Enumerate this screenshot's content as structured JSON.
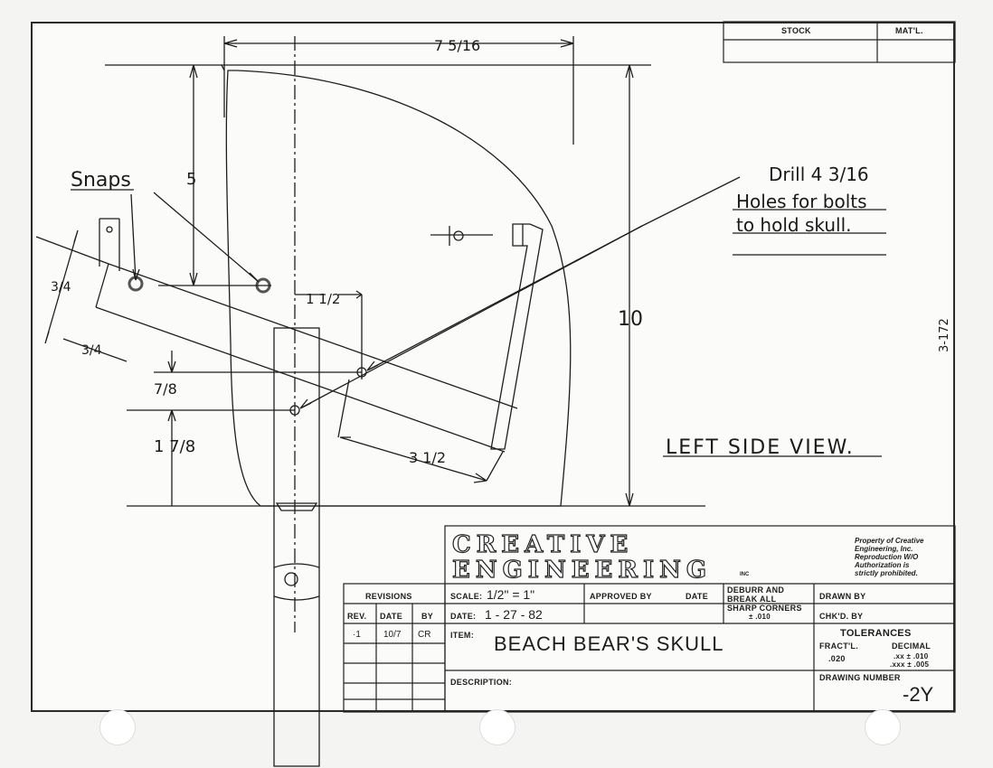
{
  "title_block": {
    "stock_label": "STOCK",
    "material_label": "MAT'L.",
    "company_line1": "CREATIVE",
    "company_line2": "ENGINEERING",
    "company_suffix": "INC",
    "property_notice": [
      "Property of Creative",
      "Engineering, Inc.",
      "Reproduction W/O",
      "Authorization is",
      "strictly prohibited."
    ],
    "revisions_label": "REVISIONS",
    "rev_col": "REV.",
    "date_col": "DATE",
    "by_col": "BY",
    "rev_entry": {
      "rev": "·1",
      "date": "10/7",
      "by": "CR"
    },
    "scale_label": "SCALE:",
    "scale_value": "1/2\" = 1\"",
    "approved_label": "APPROVED BY",
    "approved_date_label": "DATE",
    "date_label": "DATE:",
    "date_value": "1 - 27 - 82",
    "deburr_line1": "DEBURR AND",
    "deburr_line2": "BREAK ALL",
    "deburr_line3": "SHARP CORNERS",
    "deburr_line4": "± .010",
    "drawn_by_label": "DRAWN BY",
    "checked_by_label": "CHK'D. BY",
    "item_label": "ITEM:",
    "item_value": "BEACH BEAR'S SKULL",
    "tolerances_label": "TOLERANCES",
    "fract_label": "FRACT'L.",
    "decimal_label": "DECIMAL",
    "fract_value": ".020",
    "decimal_xx": ".xx ± .010",
    "decimal_xxx": ".xxx ± .005",
    "description_label": "DESCRIPTION:",
    "drawing_number_label": "DRAWING NUMBER",
    "drawing_number_value": "-2Y"
  },
  "annotations": {
    "snaps": "Snaps",
    "drill_line1": "Drill 4 3/16",
    "drill_line2": "Holes for bolts",
    "drill_line3": "to hold skull.",
    "view_label": "LEFT SIDE VIEW.",
    "sheet_code": "3-172"
  },
  "dimensions": {
    "top_width": "7 5/16",
    "upper_height": "5",
    "total_height": "10",
    "offset_1_half": "1 1/2",
    "snap_3_4_a": "3/4",
    "snap_3_4_b": "3/4",
    "dim_7_8": "7/8",
    "dim_1_7_8": "1 7/8",
    "dim_3_1_2": "3 1/2"
  }
}
